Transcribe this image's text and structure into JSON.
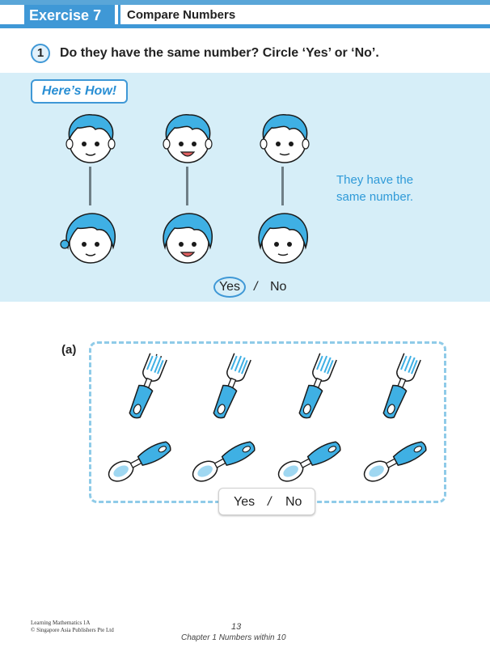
{
  "header": {
    "exercise_label": "Exercise 7",
    "title": "Compare Numbers"
  },
  "question": {
    "number": "1",
    "text": "Do they have the same number? Circle ‘Yes’ or ‘No’."
  },
  "example": {
    "badge": "Here’s How!",
    "top_row": [
      "boy-face-icon",
      "boy-face-icon",
      "boy-face-icon"
    ],
    "bottom_row": [
      "girl-face-icon",
      "girl-face-icon",
      "girl-face-icon"
    ],
    "note_line1": "They have the",
    "note_line2": "same number.",
    "answer_yes": "Yes",
    "answer_separator": "/",
    "answer_no": "No",
    "circled": "Yes"
  },
  "part_a": {
    "label": "(a)",
    "top_row": [
      "fork-icon",
      "fork-icon",
      "fork-icon",
      "fork-icon"
    ],
    "bottom_row": [
      "spoon-icon",
      "spoon-icon",
      "spoon-icon",
      "spoon-icon"
    ],
    "answer_yes": "Yes",
    "answer_separator": "/",
    "answer_no": "No"
  },
  "footer": {
    "book_title": "Learning Mathematics 1A",
    "publisher": "© Singapore Asia Publishers Pte Ltd",
    "page_number": "13",
    "chapter": "Chapter 1  Numbers within 10"
  },
  "colors": {
    "accent_blue": "#3f98d6",
    "panel_blue": "#d6eef8",
    "face_blue": "#3fb0e4",
    "skin": "#ffffff"
  }
}
